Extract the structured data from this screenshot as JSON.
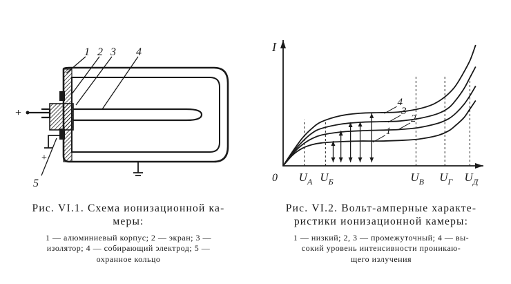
{
  "figure1": {
    "callouts": [
      "1",
      "2",
      "3",
      "4",
      "5"
    ],
    "polarity_plus_left": "+",
    "polarity_plus_bottom": "+",
    "caption_title_line1": "Рис. VI.1. Схема ионизационной ка-",
    "caption_title_line2": "меры:",
    "caption_legend_line1": "1 — алюминиевый корпус; 2 — экран; 3 —",
    "caption_legend_line2": "изолятор; 4 — собирающий электрод; 5 —",
    "caption_legend_line3": "охранное кольцо"
  },
  "figure2": {
    "caption_title_line1": "Рис. VI.2. Вольт-амперные характе-",
    "caption_title_line2": "ристики ионизационной камеры:",
    "caption_legend_line1": "1 — низкий; 2, 3 — промежуточный; 4 — вы-",
    "caption_legend_line2": "сокий уровень интенсивности проникаю-",
    "caption_legend_line3": "щего излучения"
  },
  "chart_data": {
    "type": "line",
    "ylabel": "I",
    "origin_label": "0",
    "x_ticks": [
      "U_A",
      "U_Б",
      "U_В",
      "U_Г",
      "U_Д"
    ],
    "x_tick_main": [
      "U",
      "U",
      "U",
      "U",
      "U"
    ],
    "x_tick_sub": [
      "А",
      "Б",
      "В",
      "Г",
      "Д"
    ],
    "series": [
      {
        "name": "1",
        "x": [
          0,
          0.5,
          1,
          1.5,
          2,
          3,
          4,
          5,
          6,
          7,
          8,
          8.6,
          9,
          9.4,
          9.7,
          10
        ],
        "y": [
          0,
          0.9,
          1.45,
          1.75,
          1.9,
          2.0,
          2.05,
          2.05,
          2.1,
          2.2,
          2.5,
          2.9,
          3.4,
          4.0,
          4.7,
          5.4
        ]
      },
      {
        "name": "2",
        "x": [
          0,
          0.5,
          1,
          1.5,
          2,
          3,
          4,
          5,
          6,
          7,
          8,
          8.6,
          9,
          9.4,
          9.7,
          10
        ],
        "y": [
          0,
          1.0,
          1.75,
          2.25,
          2.55,
          2.8,
          2.9,
          2.95,
          3.0,
          3.15,
          3.5,
          3.9,
          4.4,
          5.1,
          5.8,
          6.6
        ]
      },
      {
        "name": "3",
        "x": [
          0,
          0.5,
          1,
          1.5,
          2,
          3,
          4,
          5,
          6,
          7,
          8,
          8.6,
          9,
          9.4,
          9.7,
          10
        ],
        "y": [
          0,
          1.1,
          2.0,
          2.7,
          3.1,
          3.45,
          3.6,
          3.65,
          3.7,
          3.9,
          4.3,
          4.8,
          5.5,
          6.4,
          7.3,
          8.2
        ]
      },
      {
        "name": "4",
        "x": [
          0,
          0.5,
          1,
          1.5,
          2,
          3,
          4,
          5,
          6,
          7,
          7.8,
          8.4,
          8.9,
          9.3,
          9.7,
          10
        ],
        "y": [
          0,
          1.2,
          2.3,
          3.1,
          3.65,
          4.15,
          4.35,
          4.4,
          4.45,
          4.7,
          5.1,
          5.7,
          6.5,
          7.5,
          8.7,
          10
        ]
      }
    ],
    "x_tick_values": [
      1.1,
      2.2,
      6.9,
      8.4,
      9.7
    ],
    "xlim": [
      0,
      10.4
    ],
    "ylim": [
      0,
      10.4
    ],
    "grid": false,
    "legend": "labels on curves"
  }
}
